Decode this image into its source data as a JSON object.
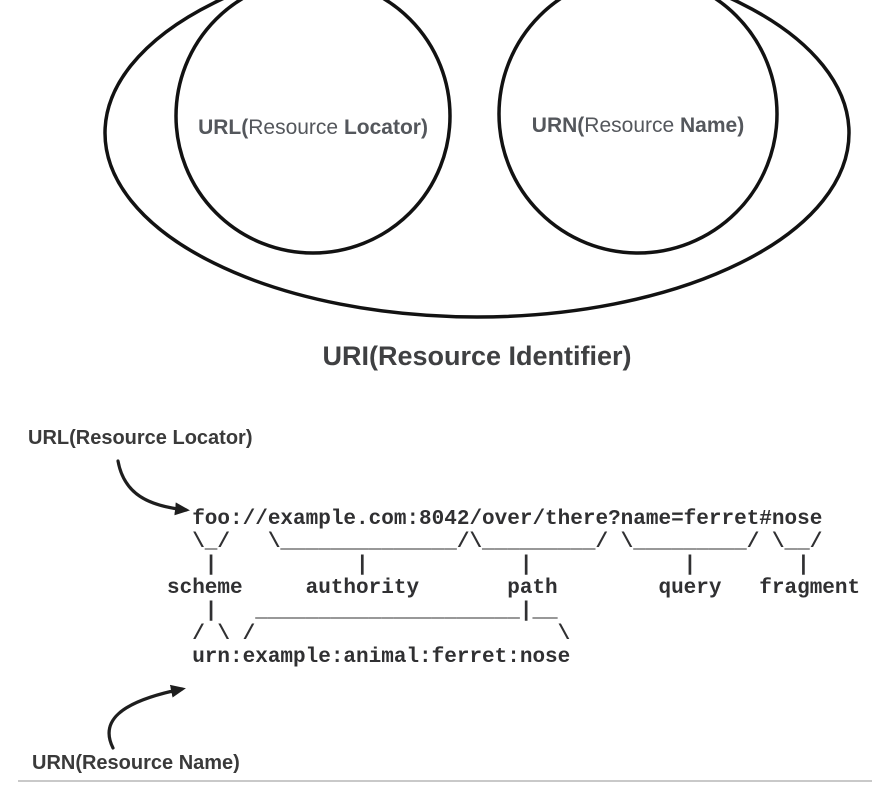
{
  "colors": {
    "stroke": "#121212",
    "venn_label": "#54575c",
    "title": "#3f4042",
    "pointer_label": "#3a3a3a",
    "ascii": "#303032",
    "arrow": "#1e1e1e",
    "divider": "#c9c9c9"
  },
  "venn": {
    "title": "URI(Resource Identifier)",
    "url_circle_label": {
      "prefix_bold": "URL(",
      "middle": "Resource ",
      "suffix_bold": "Locator)"
    },
    "urn_circle_label": {
      "prefix_bold": "URN(",
      "middle": "Resource ",
      "suffix_bold": "Name)"
    }
  },
  "breakdown": {
    "url_pointer_label": "URL(Resource Locator)",
    "urn_pointer_label": "URN(Resource Name)",
    "url_example": "foo://example.com:8042/over/there?name=ferret#nose",
    "urn_example": "urn:example:animal:ferret:nose",
    "component_labels": [
      "scheme",
      "authority",
      "path",
      "query",
      "fragment"
    ],
    "ascii_art": "  foo://example.com:8042/over/there?name=ferret#nose\n  \\_/   \\______________/\\_________/ \\_________/ \\__/\n   |           |            |            |        |\nscheme     authority       path        query   fragment\n   |   _____________________|__\n  / \\ /                        \\\n  urn:example:animal:ferret:nose"
  }
}
